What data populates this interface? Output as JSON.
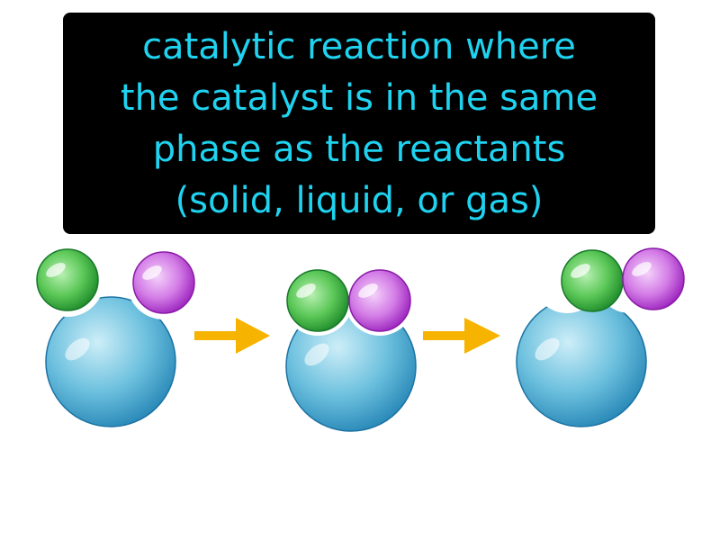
{
  "caption": {
    "lines": [
      "catalytic reaction where",
      "the catalyst is in the same",
      "phase as the reactants",
      "(solid, liquid, or gas)"
    ]
  },
  "diagram": {
    "stages": [
      "separate-reactants",
      "reactants-bound-to-catalyst",
      "product-leaving-catalyst"
    ],
    "colors": {
      "caption_text": "#1fd3f0",
      "caption_background": "#000000",
      "catalyst": "#2f97c4",
      "reactant_a": "#1f9a32",
      "reactant_b": "#a92bc7",
      "arrow": "#f6b400"
    }
  }
}
